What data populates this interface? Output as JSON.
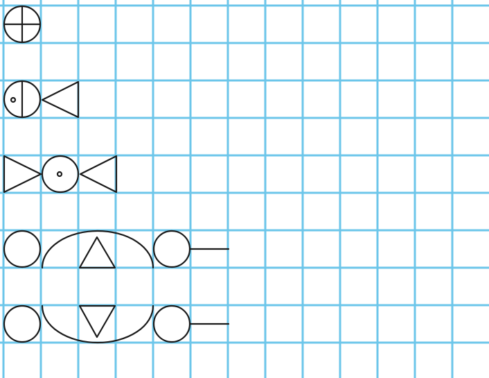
{
  "colors": {
    "grid": "#6CC6EA",
    "ink": "#1a1a1a",
    "background": "#ffffff"
  },
  "rows": [
    {
      "id": "row-1",
      "symbols": [
        "circle-with-cross"
      ]
    },
    {
      "id": "row-2",
      "symbols": [
        "circle-with-vertical-line-and-dot",
        "triangle-pointing-left"
      ]
    },
    {
      "id": "row-3",
      "symbols": [
        "triangle-pointing-right",
        "circle-with-dot",
        "triangle-pointing-left"
      ]
    },
    {
      "id": "row-4",
      "symbols": [
        "circle",
        "dome-arc",
        "triangle-pointing-up",
        "circle-with-line"
      ]
    },
    {
      "id": "row-5",
      "symbols": [
        "circle",
        "bowl-arc",
        "triangle-pointing-down",
        "circle-with-line"
      ]
    }
  ]
}
